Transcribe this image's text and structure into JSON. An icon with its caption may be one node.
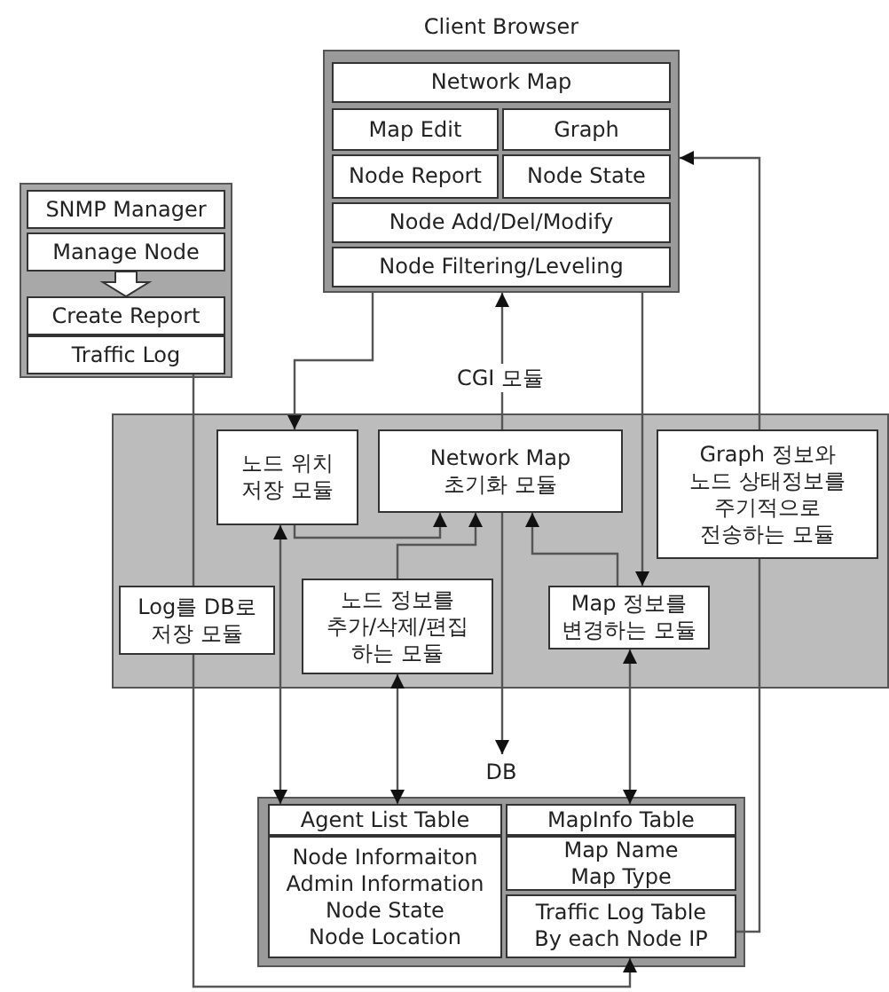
{
  "diagram": {
    "nodes": [
      {
        "text": [
          "Client Browser"
        ]
      },
      {
        "text": [
          "Network Map"
        ],
        "in": 0
      },
      {
        "text": [
          "Map Edit"
        ],
        "in": 0
      },
      {
        "text": [
          "Graph"
        ],
        "in": 0
      },
      {
        "text": [
          "Node Report"
        ],
        "in": 0
      },
      {
        "text": [
          "Node State"
        ],
        "in": 0
      },
      {
        "text": [
          "Node Add/Del/Modify"
        ],
        "in": 0
      },
      {
        "text": [
          "Node Filtering/Leveling"
        ],
        "in": 0
      },
      {
        "text": [],
        "shape": "box"
      },
      {
        "text": [
          "SNMP Manager"
        ],
        "in": 8
      },
      {
        "text": [
          "Manage Node"
        ],
        "in": 8
      },
      {
        "text": [
          "Create Report"
        ],
        "in": 8
      },
      {
        "text": [
          "Traffic Log"
        ],
        "in": 8
      },
      {
        "text": [
          "CGI 모듈"
        ]
      },
      {
        "text": [
          "노드 위치 저장 모듈"
        ],
        "in": 13
      },
      {
        "text": [
          "Network Map",
          "초기화 모듈"
        ],
        "in": 13
      },
      {
        "text": [
          "Graph 정보와 노드 상태정보를 주기적으로 전송하는 모듈"
        ],
        "in": 13
      },
      {
        "text": [
          "Log를 DB로 저장 모듈"
        ],
        "in": 13
      },
      {
        "text": [
          "노드 정보를 추가/삭제/편집 하는 모듈"
        ],
        "in": 13
      },
      {
        "text": [
          "Map 정보를 변경하는 모듈"
        ],
        "in": 13
      },
      {
        "text": [
          "DB"
        ]
      },
      {
        "text": [
          "Agent List Table"
        ],
        "in": 20
      },
      {
        "text": [
          "Node Informaiton",
          "Admin Information",
          "Node State",
          "Node Location"
        ],
        "in": 20
      },
      {
        "text": [
          "MapInfo Table"
        ],
        "in": 20
      },
      {
        "text": [
          "Map Name",
          "Map Type"
        ],
        "in": 20
      },
      {
        "text": [
          "Traffic Log Table By each Node IP"
        ],
        "in": 20
      }
    ],
    "edges": [
      {
        "from": 0,
        "to": 14,
        "arrow": "to"
      },
      {
        "from": 15,
        "to": 0,
        "arrow": "to"
      },
      {
        "from": 15,
        "to": 20,
        "arrow": "to"
      },
      {
        "from": 0,
        "to": 19,
        "arrow": "to"
      },
      {
        "from": 25,
        "to": 16,
        "arrow": "none"
      },
      {
        "from": 16,
        "to": 0,
        "arrow": "to"
      },
      {
        "from": 14,
        "to": 15,
        "arrow": "to"
      },
      {
        "from": 18,
        "to": 15,
        "arrow": "to"
      },
      {
        "from": 19,
        "to": 15,
        "arrow": "to"
      },
      {
        "from": 14,
        "to": 21,
        "arrow": "both"
      },
      {
        "from": 18,
        "to": 21,
        "arrow": "both"
      },
      {
        "from": 19,
        "to": 23,
        "arrow": "both"
      },
      {
        "from": 12,
        "to": 17,
        "arrow": "none"
      },
      {
        "from": 17,
        "to": 25,
        "arrow": "to"
      },
      {
        "from": 10,
        "to": 11,
        "arrow": "to"
      }
    ]
  }
}
